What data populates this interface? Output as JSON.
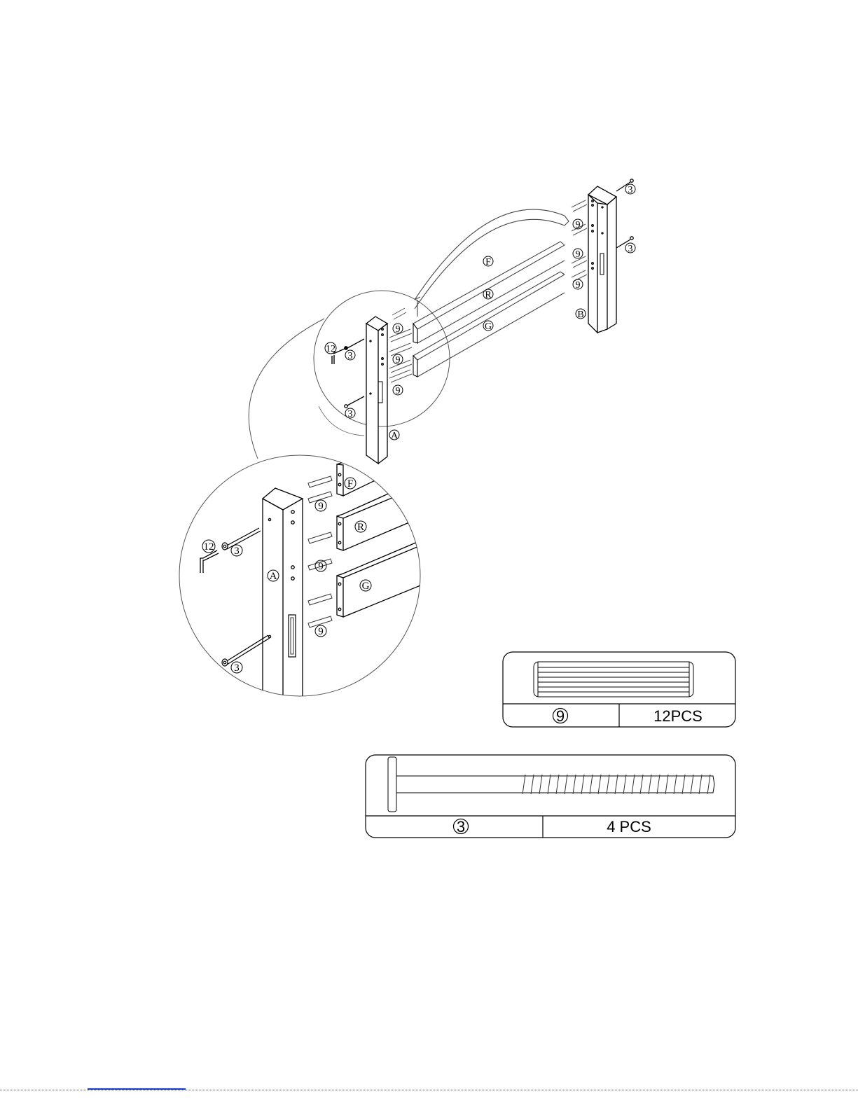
{
  "parts": {
    "post_front": "A",
    "post_back": "B",
    "rail_top": "F",
    "rail_mid": "R",
    "rail_low": "G"
  },
  "hardware": {
    "dowel": "9",
    "bolt": "3",
    "key": "12"
  },
  "legend": {
    "dowel_num": "9",
    "dowel_qty": "12PCS",
    "bolt_num": "3",
    "bolt_qty": "4 PCS"
  }
}
